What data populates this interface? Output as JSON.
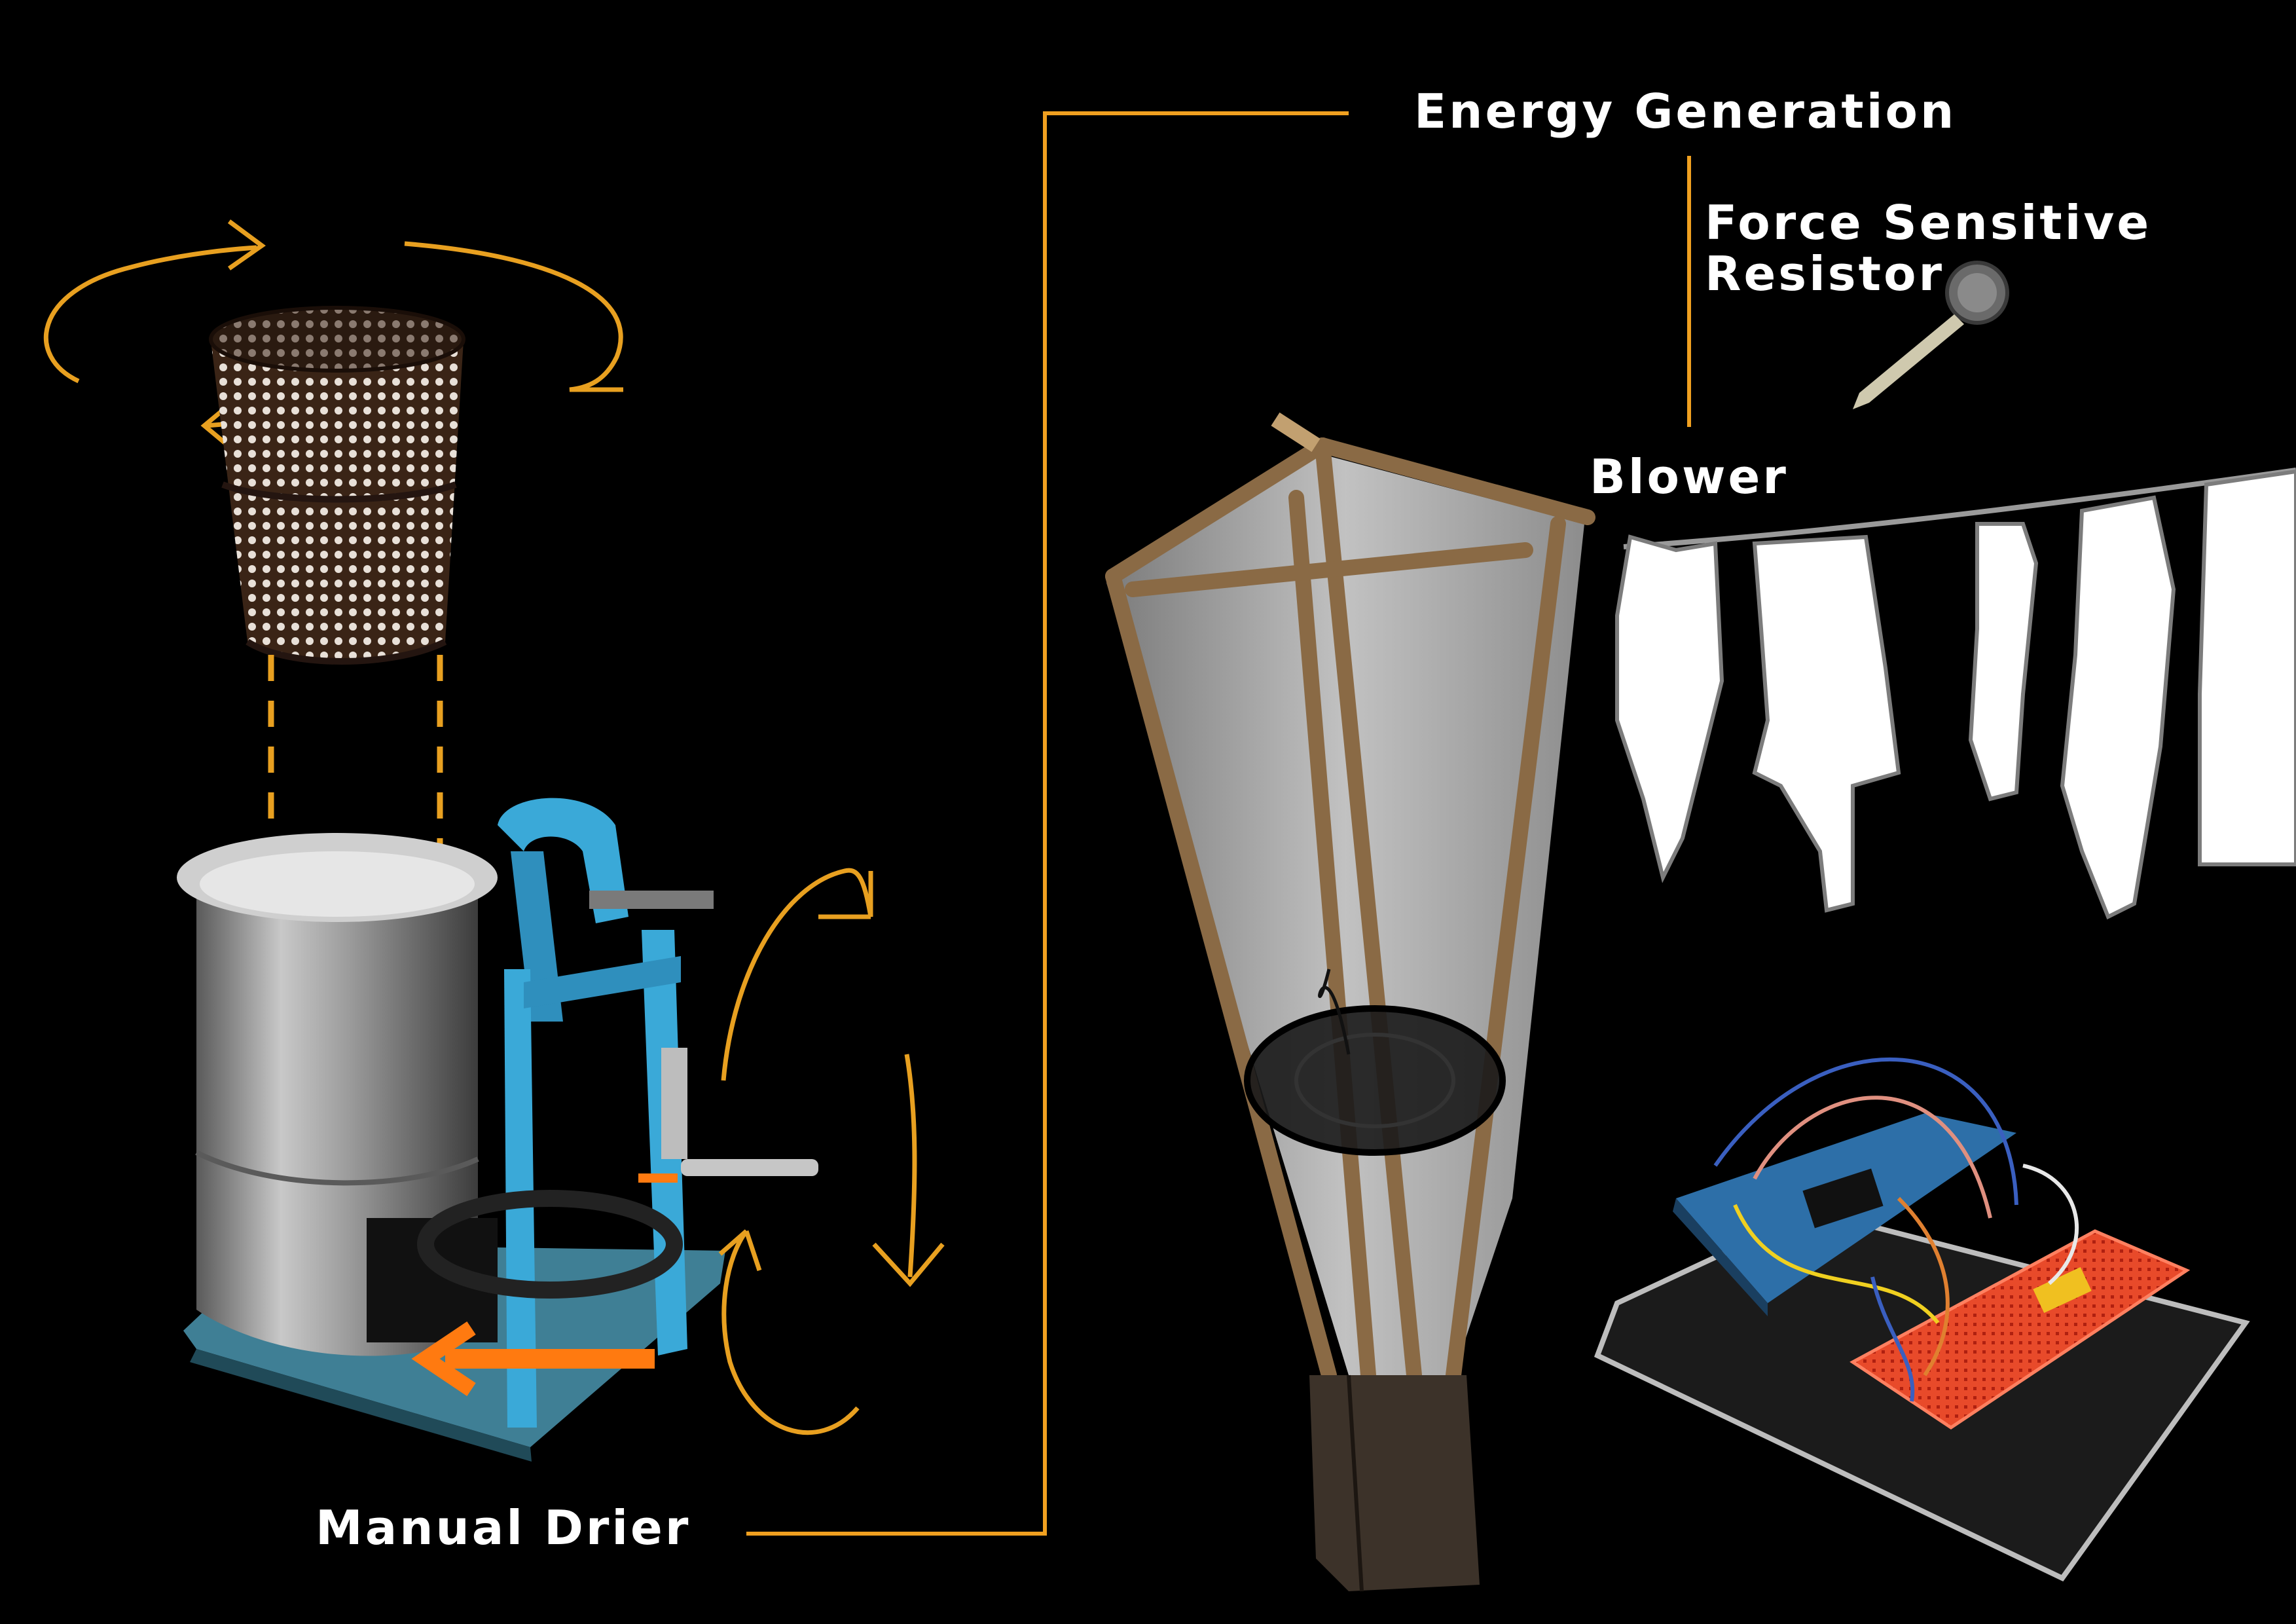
{
  "labels": {
    "energy_generation": "Energy Generation",
    "force_sensitive_resistor_line1": "Force Sensitive",
    "force_sensitive_resistor_line2": "Resistor",
    "blower": "Blower",
    "manual_drier": "Manual Drier"
  },
  "colors": {
    "background": "#000000",
    "connector": "#F0A020",
    "arrow": "#E8A020",
    "accent_arrow": "#FF7A10",
    "label_text": "#FFFFFF",
    "drier_blue": "#35A7D6",
    "breadboard_red": "#E5321E",
    "arduino_blue": "#2D6FA8"
  },
  "icons": [
    "rotation-arrow-icon",
    "down-arrow-icon",
    "left-arrow-icon"
  ]
}
